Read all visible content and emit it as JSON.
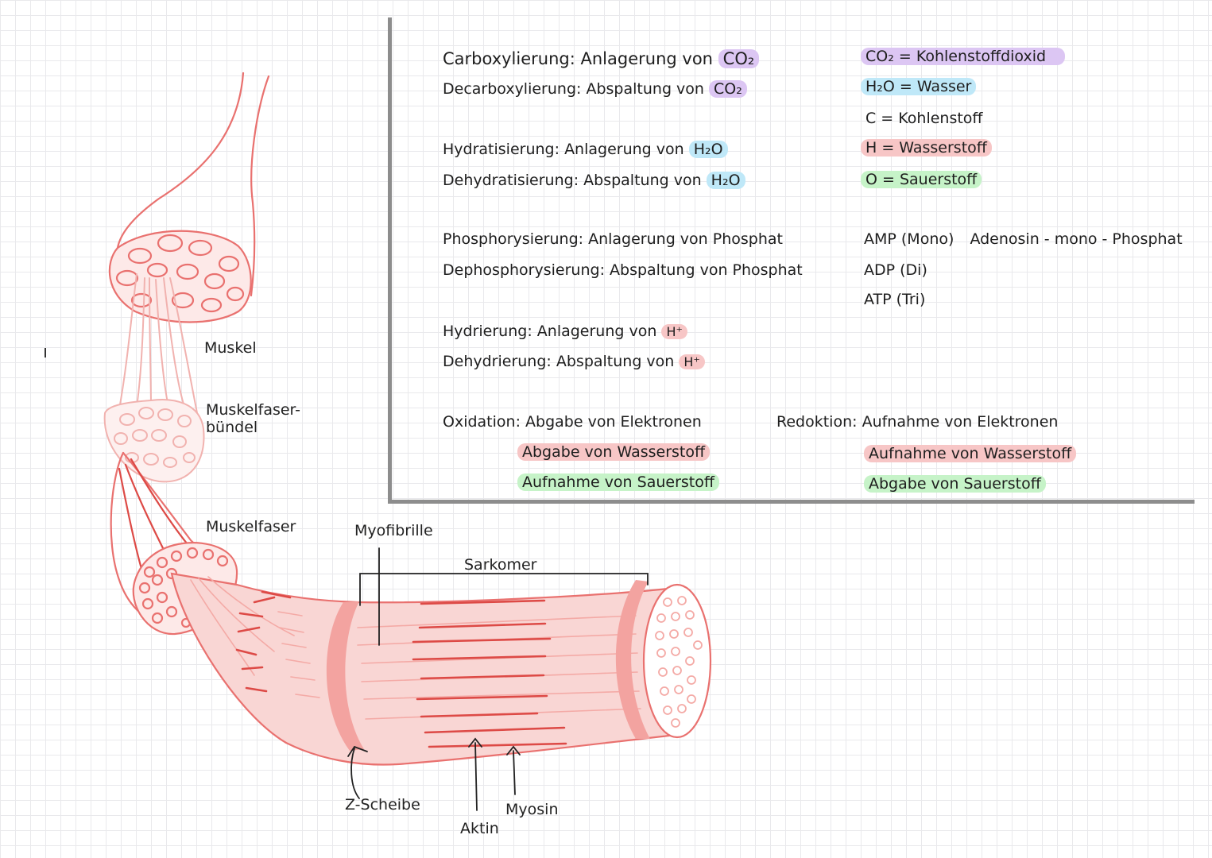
{
  "colors": {
    "purple": "#dcc6f3",
    "blue": "#bfe8f8",
    "red": "#f7c6c6",
    "green": "#c6f3c8",
    "muscle_line": "#e9716f",
    "muscle_fill": "#f5b8b4",
    "muscle_dark": "#dd4a46"
  },
  "definitions": {
    "carboxylierung": {
      "term": "Carboxylierung",
      "def": "Anlagerung von",
      "chem": "CO₂"
    },
    "decarboxylierung": {
      "term": "Decarboxylierung",
      "def": "Abspaltung von",
      "chem": "CO₂"
    },
    "hydratisierung": {
      "term": "Hydratisierung",
      "def": "Anlagerung von",
      "chem": "H₂O"
    },
    "dehydratisierung": {
      "term": "Dehydratisierung",
      "def": "Abspaltung von",
      "chem": "H₂O"
    },
    "phosphorylierung": {
      "term": "Phosphorysierung",
      "def": "Anlagerung von Phosphat"
    },
    "dephosphorylierung": {
      "term": "Dephosphorysierung",
      "def": "Abspaltung von Phosphat"
    },
    "hydrierung": {
      "term": "Hydrierung",
      "def": "Anlagerung von",
      "chem": "H⁺"
    },
    "dehydrierung": {
      "term": "Dehydrierung",
      "def": "Abspaltung von",
      "chem": "H⁺"
    },
    "oxidation": {
      "term": "Oxidation",
      "line1": "Abgabe von Elektronen",
      "line2": "Abgabe von Wasserstoff",
      "line3": "Aufnahme von Sauerstoff"
    },
    "reduktion": {
      "term": "Redoktion",
      "line1": "Aufnahme von Elektronen",
      "line2": "Aufnahme von Wasserstoff",
      "line3": "Abgabe von Sauerstoff"
    }
  },
  "legend": {
    "co2": "CO₂ = Kohlenstoffdioxid",
    "h2o": "H₂O = Wasser",
    "c": "C = Kohlenstoff",
    "h": "H = Wasserstoff",
    "o": "O = Sauerstoff"
  },
  "nucleotides": {
    "amp": "AMP (Mono)",
    "amp_full": "Adenosin - mono - Phosphat",
    "adp": "ADP (Di)",
    "atp": "ATP (Tri)"
  },
  "labels": {
    "muskel": "Muskel",
    "muskelfaserbuendel_1": "Muskelfaser-",
    "muskelfaserbuendel_2": "bündel",
    "muskelfaser": "Muskelfaser",
    "myofibrille": "Myofibrille",
    "sarkomer": "Sarkomer",
    "z_scheibe": "Z-Scheibe",
    "aktin": "Aktin",
    "myosin": "Myosin"
  }
}
